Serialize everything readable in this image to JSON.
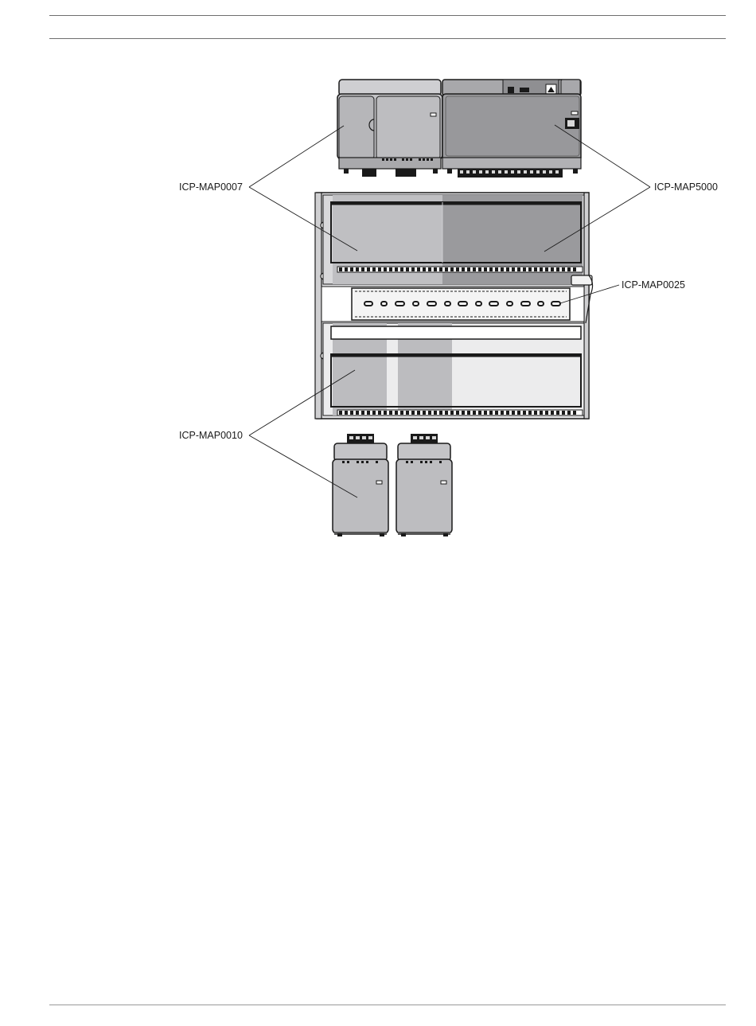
{
  "labels": {
    "map0007": "ICP-MAP0007",
    "map5000": "ICP-MAP5000",
    "map0025": "ICP-MAP0025",
    "map0010": "ICP-MAP0010"
  },
  "colors": {
    "housing_light": "#dcdcdc",
    "housing_mid": "#b9b9bd",
    "housing_dark": "#9a9a9c",
    "outline": "#1a1a1a",
    "rail": "#f4f4f4"
  }
}
